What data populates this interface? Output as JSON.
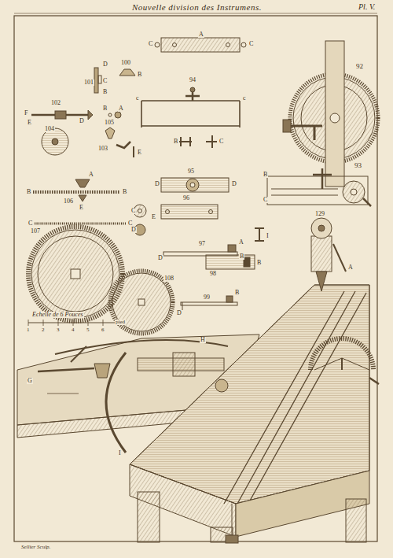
{
  "diagram": {
    "title": "Nouvelle division des Instrumens.",
    "labels": [
      "Pl. V.",
      "100",
      "B",
      "101",
      "D",
      "C",
      "B",
      "C",
      "A",
      "C",
      "92",
      "94",
      "c",
      "c",
      "102",
      "F",
      "E",
      "D",
      "B",
      "A",
      "104",
      "105",
      "103",
      "E",
      "B",
      "C",
      "93",
      "B",
      "C",
      "95",
      "D",
      "D",
      "106",
      "A",
      "B",
      "B",
      "E",
      "C",
      "C",
      "E",
      "96",
      "C",
      "D",
      "107",
      "97",
      "A",
      "B",
      "D",
      "98",
      "B",
      "99",
      "B",
      "D",
      "108",
      "I",
      "129",
      "A",
      "Echelle de 6 Pouces",
      "1",
      "2",
      "3",
      "4",
      "5",
      "6",
      "pied",
      "H",
      "G",
      "I",
      "Sellier Sculp."
    ]
  }
}
